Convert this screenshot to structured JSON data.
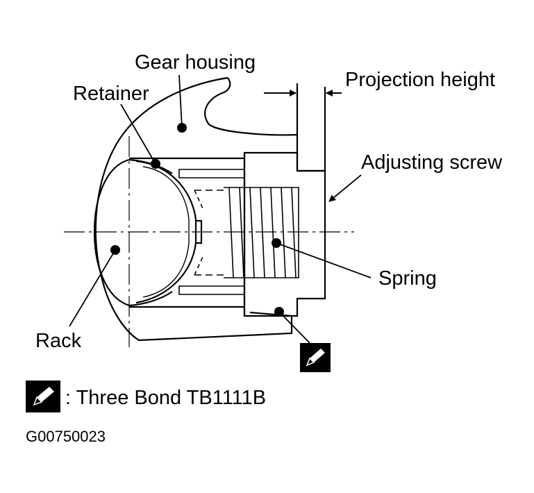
{
  "labels": {
    "gear_housing": "Gear housing",
    "retainer": "Retainer",
    "projection_height": "Projection height",
    "adjusting_screw": "Adjusting screw",
    "spring": "Spring",
    "rack": "Rack"
  },
  "legend": {
    "icon": "sealant-icon",
    "text": ": Three Bond TB1111B"
  },
  "figure_code": "G00750023",
  "colors": {
    "ink": "#000000",
    "paper": "#ffffff"
  }
}
